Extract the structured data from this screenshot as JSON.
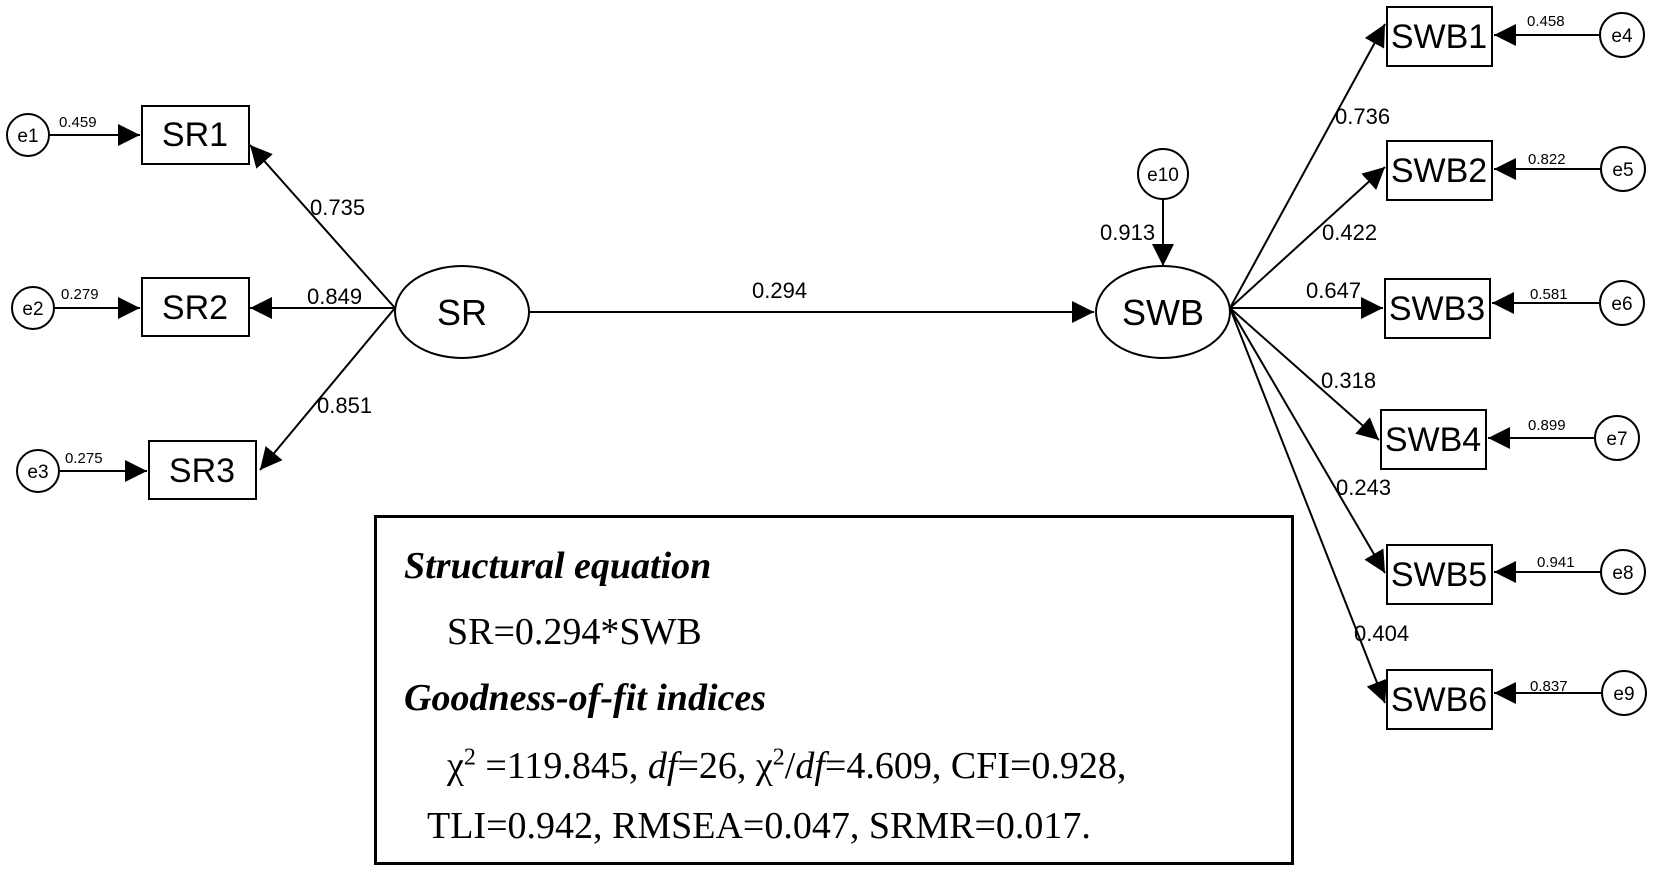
{
  "latents": {
    "sr": "SR",
    "swb": "SWB"
  },
  "observed": {
    "sr1": "SR1",
    "sr2": "SR2",
    "sr3": "SR3",
    "swb1": "SWB1",
    "swb2": "SWB2",
    "swb3": "SWB3",
    "swb4": "SWB4",
    "swb5": "SWB5",
    "swb6": "SWB6"
  },
  "errors": {
    "e1": "e1",
    "e2": "e2",
    "e3": "e3",
    "e4": "e4",
    "e5": "e5",
    "e6": "e6",
    "e7": "e7",
    "e8": "e8",
    "e9": "e9",
    "e10": "e10"
  },
  "error_weights": {
    "e1": "0.459",
    "e2": "0.279",
    "e3": "0.275",
    "e4": "0.458",
    "e5": "0.822",
    "e6": "0.581",
    "e7": "0.899",
    "e8": "0.941",
    "e9": "0.837",
    "e10": "0.913"
  },
  "loadings": {
    "sr1": "0.735",
    "sr2": "0.849",
    "sr3": "0.851",
    "swb1": "0.736",
    "swb2": "0.422",
    "swb3": "0.647",
    "swb4": "0.318",
    "swb5": "0.243",
    "swb6": "0.404"
  },
  "path_sr_swb": "0.294",
  "equation_box": {
    "structural_heading": "Structural equation",
    "structural_equation": "SR=0.294*SWB",
    "fit_heading": "Goodness-of-fit indices",
    "chi_symbol": "χ",
    "sup2": "2",
    "chi2_value": " =119.845, ",
    "df_label": "df",
    "df_value": "=26, ",
    "ratio_slash": "/",
    "ratio_value": "=4.609, ",
    "cfi": "CFI=0.928,",
    "line2": "TLI=0.942, RMSEA=0.047, SRMR=0.017."
  }
}
